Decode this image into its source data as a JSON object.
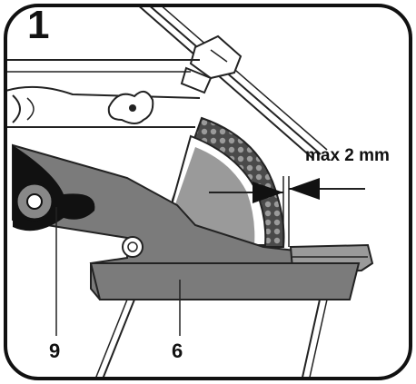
{
  "figure": {
    "step_number": "1",
    "dimension_label": "max 2 mm",
    "callouts": [
      {
        "id": "9",
        "label": "9"
      },
      {
        "id": "6",
        "label": "6"
      }
    ]
  }
}
